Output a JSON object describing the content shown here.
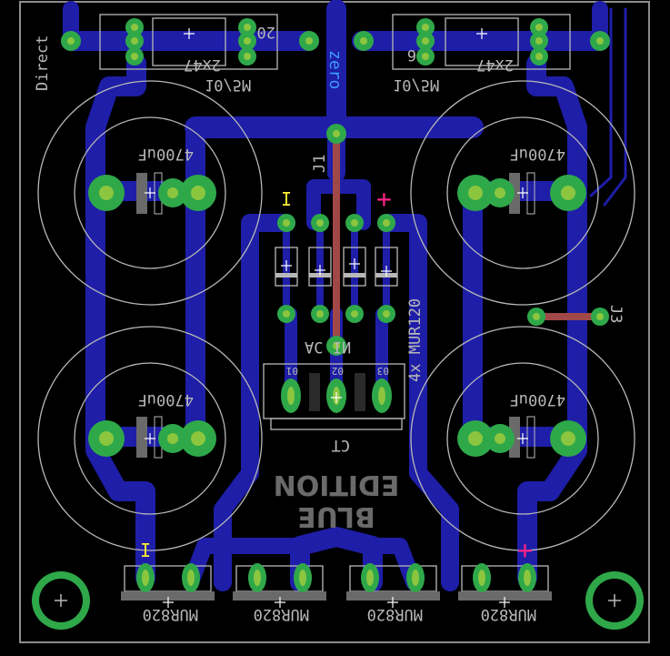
{
  "labels": {
    "direct": "Direct",
    "zero": "zero",
    "j1": "J1",
    "j3": "J3",
    "mur120": "4x MUR120",
    "cap_value": "4700uF",
    "bridge_value_left": "2x47",
    "bridge_value_right": "2x47",
    "sink_left": "20",
    "sink_right": "6",
    "res_value": "10/5M",
    "aciu_top": "AC IN",
    "ct": "CT",
    "edition_line1": "EDITION",
    "edition_line2": "BLUE",
    "mur820": "MUR820",
    "pin_01": "01",
    "pin_02": "02",
    "pin_03": "03",
    "polarity_plus": "+",
    "polarity_minus": "I"
  },
  "colors": {
    "board": "#000000",
    "outline": "#8c8c8c",
    "copper": "#1e1ea8",
    "pad_ring": "#2fa84a",
    "pad_hole": "#8cc63f",
    "jumper": "#a04848",
    "silk": "#b8b8b8",
    "zero_text": "#3f9bff",
    "polarity_plus": "#ff2288",
    "polarity_minus": "#ffee33"
  }
}
